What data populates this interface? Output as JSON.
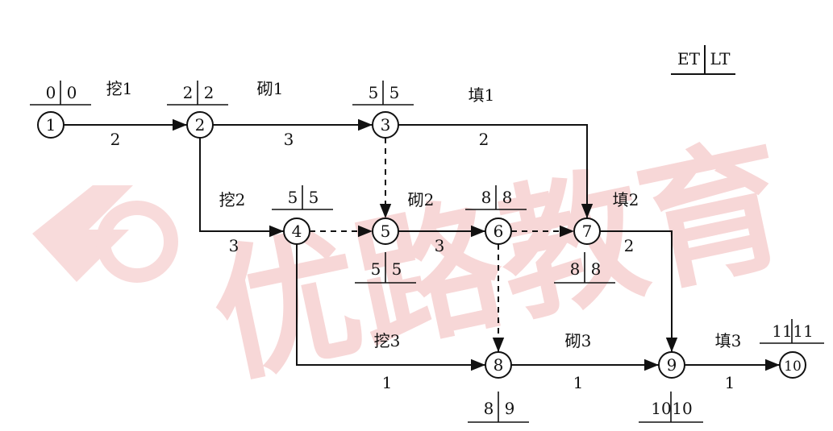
{
  "watermark": {
    "text": "优路教育"
  },
  "legend": {
    "et": "ET",
    "lt": "LT"
  },
  "nodes": [
    {
      "id": "1",
      "et": "0",
      "lt": "0"
    },
    {
      "id": "2",
      "et": "2",
      "lt": "2"
    },
    {
      "id": "3",
      "et": "5",
      "lt": "5"
    },
    {
      "id": "4",
      "et": "5",
      "lt": "5"
    },
    {
      "id": "5",
      "et": "5",
      "lt": "5"
    },
    {
      "id": "6",
      "et": "8",
      "lt": "8"
    },
    {
      "id": "7",
      "et": "8",
      "lt": "8"
    },
    {
      "id": "8",
      "et": "8",
      "lt": "9"
    },
    {
      "id": "9",
      "et": "10",
      "lt": "10"
    },
    {
      "id": "10",
      "et": "11",
      "lt": "11"
    }
  ],
  "edges": [
    {
      "from": "1",
      "to": "2",
      "type": "solid",
      "name": "挖1",
      "duration": "2"
    },
    {
      "from": "2",
      "to": "3",
      "type": "solid",
      "name": "砌1",
      "duration": "3"
    },
    {
      "from": "3",
      "to": "7",
      "type": "solid",
      "name": "填1",
      "duration": "2"
    },
    {
      "from": "2",
      "to": "4",
      "type": "solid",
      "name": "挖2",
      "duration": "3"
    },
    {
      "from": "3",
      "to": "5",
      "type": "dashed",
      "name": "",
      "duration": ""
    },
    {
      "from": "4",
      "to": "5",
      "type": "dashed",
      "name": "",
      "duration": ""
    },
    {
      "from": "5",
      "to": "6",
      "type": "solid",
      "name": "砌2",
      "duration": "3"
    },
    {
      "from": "6",
      "to": "7",
      "type": "dashed",
      "name": "",
      "duration": ""
    },
    {
      "from": "7",
      "to": "9",
      "type": "solid",
      "name": "填2",
      "duration": "2"
    },
    {
      "from": "6",
      "to": "8",
      "type": "dashed",
      "name": "",
      "duration": ""
    },
    {
      "from": "4",
      "to": "8",
      "type": "solid",
      "name": "挖3",
      "duration": "1"
    },
    {
      "from": "8",
      "to": "9",
      "type": "solid",
      "name": "砌3",
      "duration": "1"
    },
    {
      "from": "9",
      "to": "10",
      "type": "solid",
      "name": "填3",
      "duration": "1"
    }
  ]
}
